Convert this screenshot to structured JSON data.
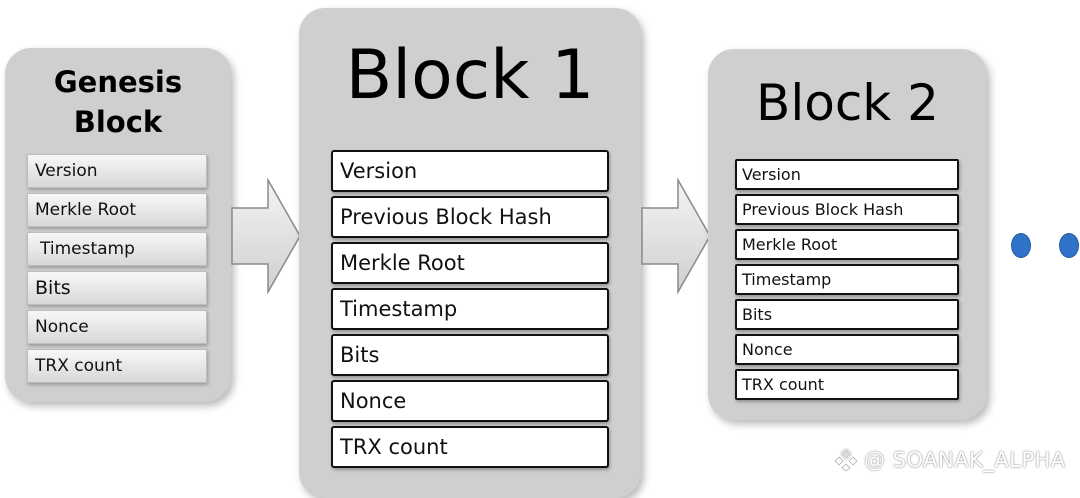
{
  "blocks": {
    "genesis": {
      "title_line1": "Genesis",
      "title_line2": "Block",
      "fields": [
        "Version",
        "Merkle Root",
        "Timestamp",
        "Bits",
        "Nonce",
        "TRX count"
      ]
    },
    "block1": {
      "title": "Block 1",
      "fields": [
        "Version",
        "Previous Block Hash",
        "Merkle Root",
        "Timestamp",
        "Bits",
        "Nonce",
        "TRX count"
      ]
    },
    "block2": {
      "title": "Block 2",
      "fields": [
        "Version",
        "Previous Block Hash",
        "Merkle Root",
        "Timestamp",
        "Bits",
        "Nonce",
        "TRX count"
      ]
    }
  },
  "continuation_dots": 2,
  "watermark": {
    "text": "@ SOANAK_ALPHA"
  },
  "colors": {
    "block_fill": "#cfcfcf",
    "dot": "#2f73c9",
    "arrow_fill": "#e4e4e4"
  }
}
